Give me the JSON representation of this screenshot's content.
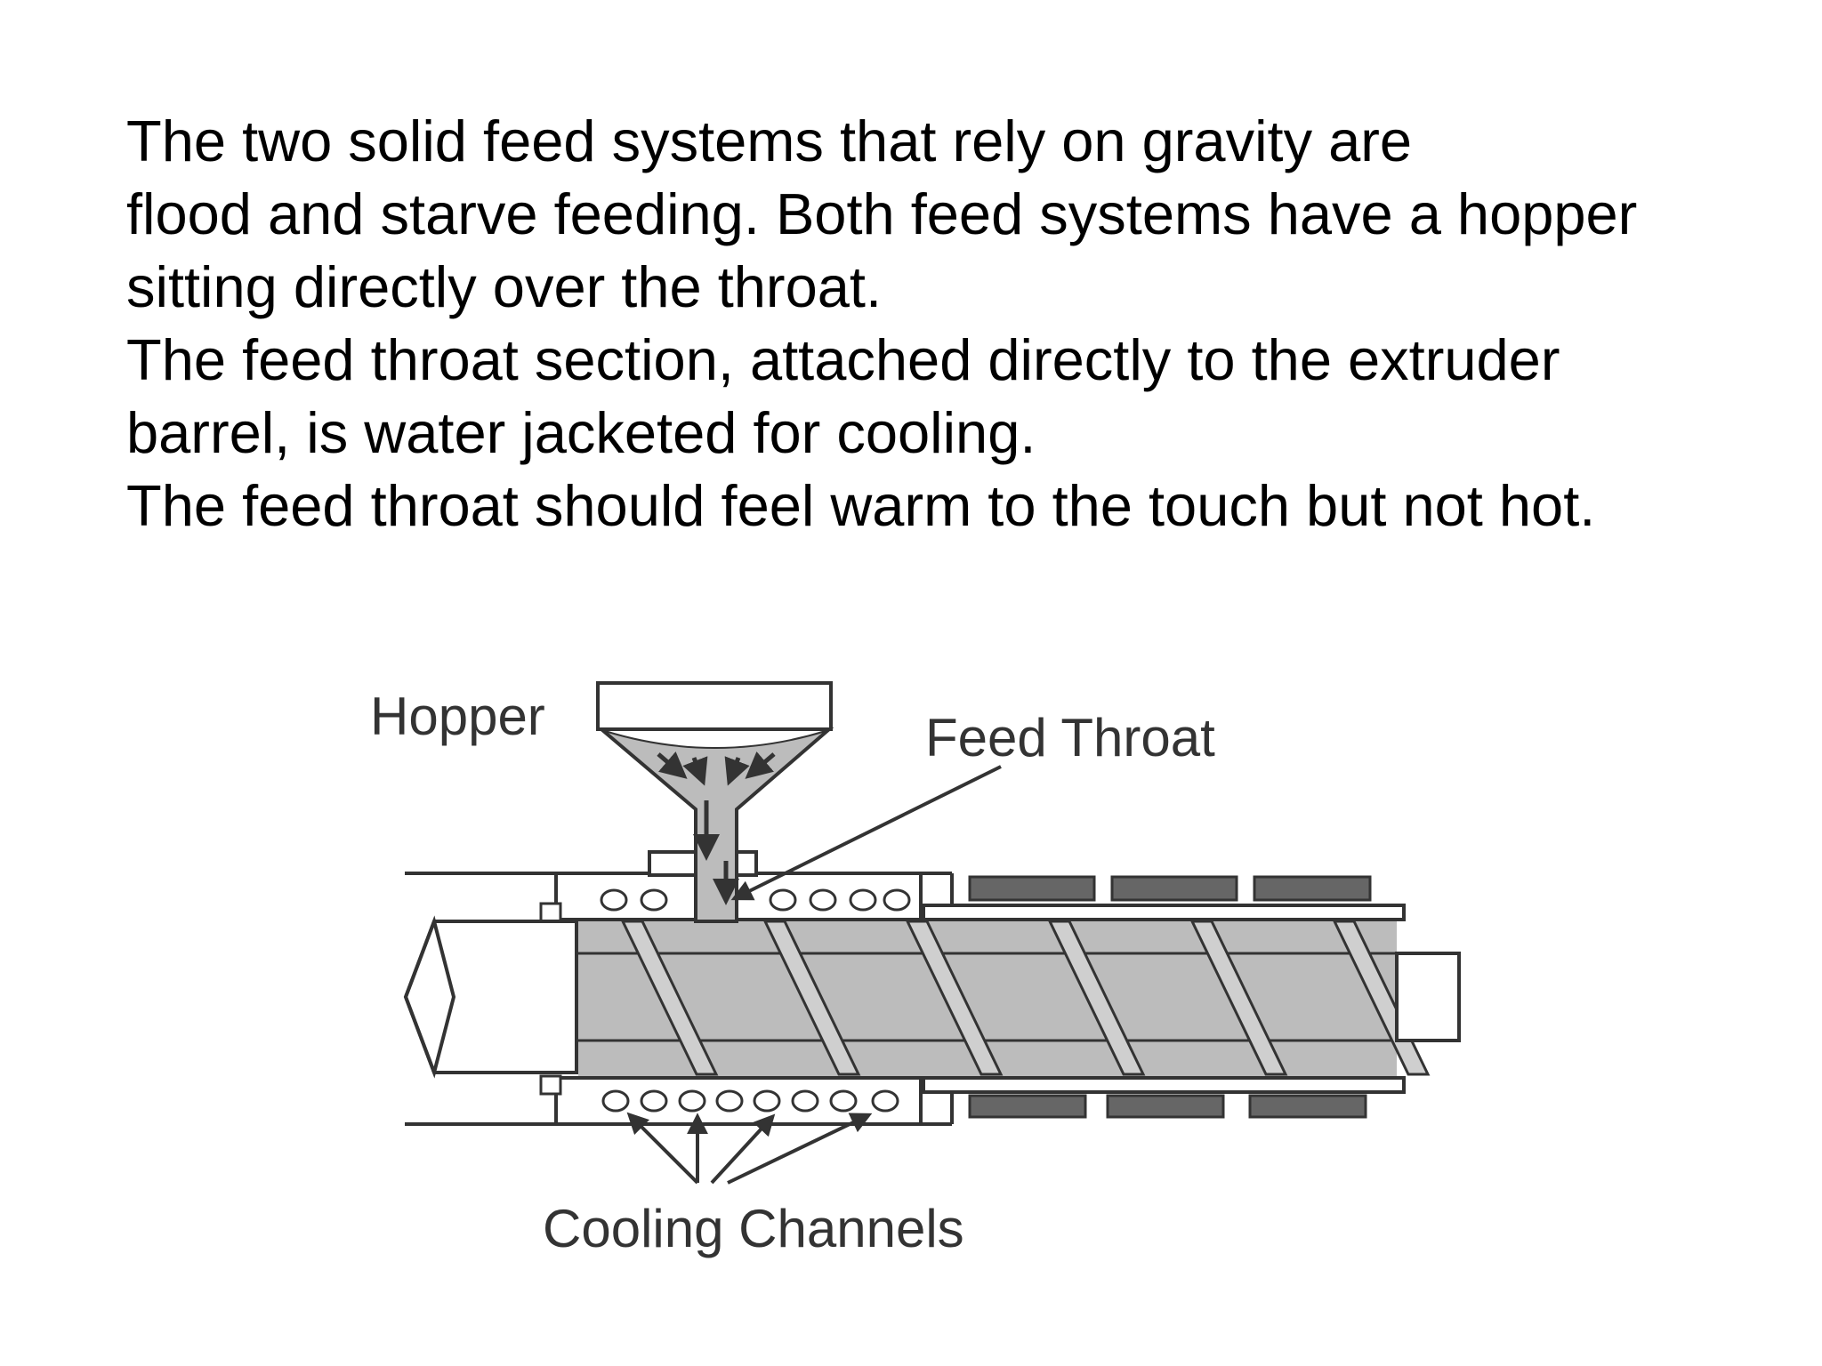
{
  "slide": {
    "lines": [
      "The two solid feed systems that rely on gravity are",
      "flood and starve feeding. Both feed systems have a hopper",
      "sitting directly over the throat.",
      "The feed throat section, attached directly to the extruder",
      "barrel, is water jacketed for cooling.",
      "The feed throat should feel warm to the touch but not hot."
    ]
  },
  "diagram": {
    "labels": {
      "hopper": "Hopper",
      "feed_throat": "Feed Throat",
      "cooling_channels": "Cooling Channels"
    },
    "colors": {
      "line": "#333333",
      "material": "#bcbcbc",
      "screw_flight": "#cfcfcf",
      "heater_band": "#666666",
      "background": "#ffffff"
    }
  }
}
